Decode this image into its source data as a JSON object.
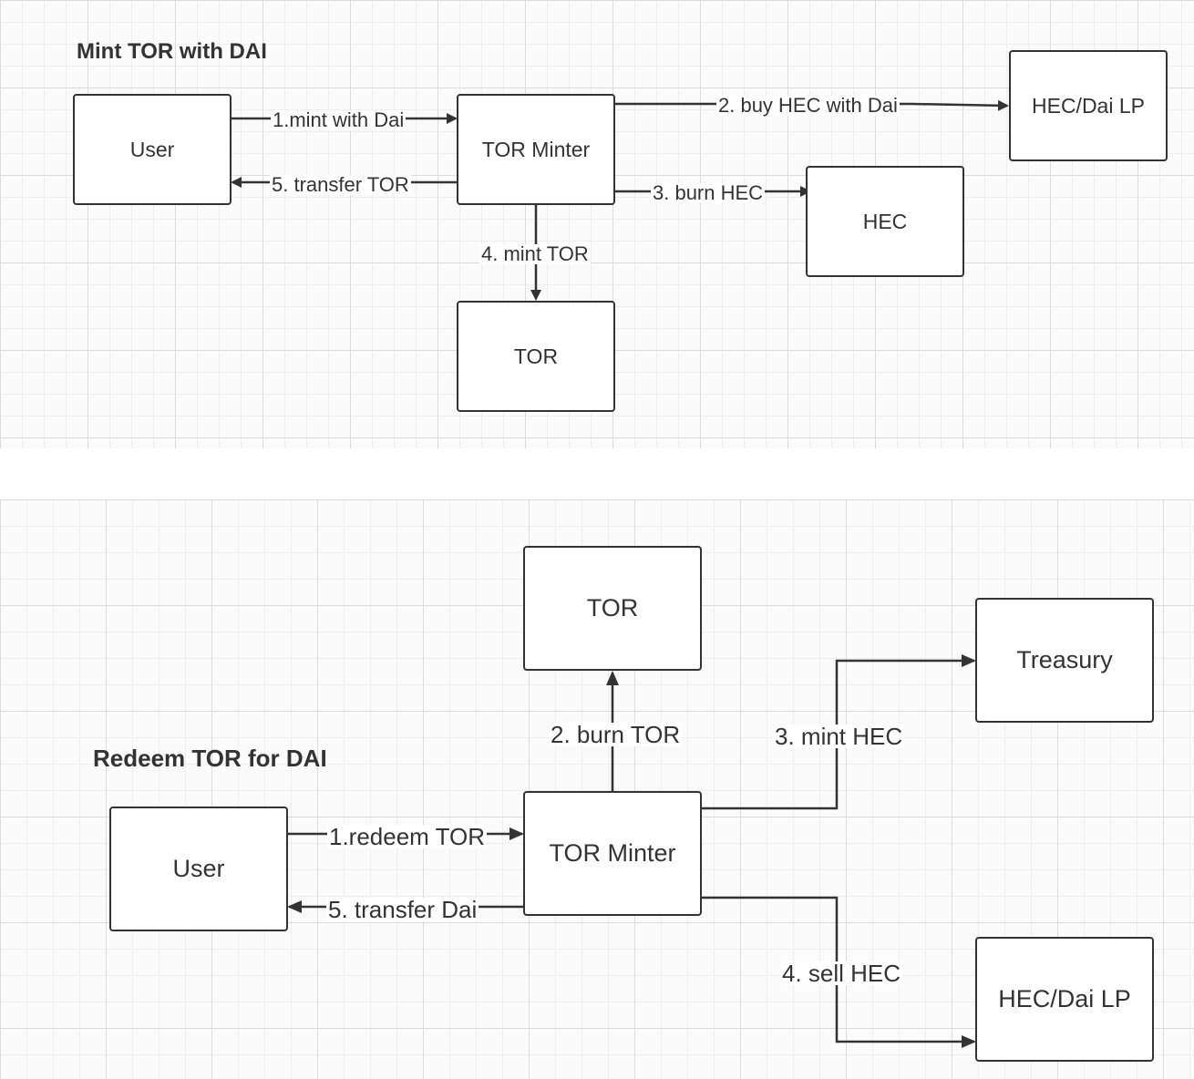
{
  "mint": {
    "title": "Mint TOR with DAI",
    "nodes": {
      "user": "User",
      "minter": "TOR Minter",
      "lp": "HEC/Dai LP",
      "hec": "HEC",
      "tor": "TOR"
    },
    "edges": {
      "e1": "1.mint with Dai",
      "e2": "2. buy HEC with Dai",
      "e3": "3. burn HEC",
      "e4": "4. mint TOR",
      "e5": "5. transfer TOR"
    }
  },
  "redeem": {
    "title": "Redeem TOR for DAI",
    "nodes": {
      "tor": "TOR",
      "treasury": "Treasury",
      "user": "User",
      "minter": "TOR Minter",
      "lp": "HEC/Dai LP"
    },
    "edges": {
      "e1": "1.redeem TOR",
      "e2": "2. burn TOR",
      "e3": "3. mint HEC",
      "e4": "4. sell HEC",
      "e5": "5. transfer Dai"
    }
  },
  "colors": {
    "stroke": "#333333",
    "grid_major": "#dcdcdc",
    "grid_minor": "#efefef",
    "node_fill": "#ffffff"
  }
}
